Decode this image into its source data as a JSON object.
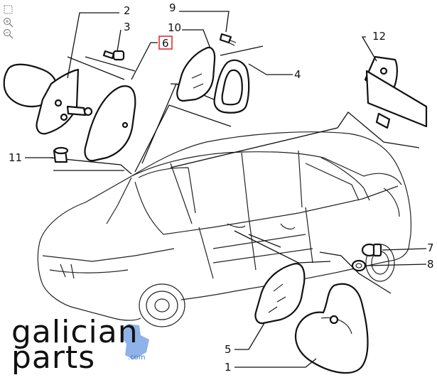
{
  "toolbar": {
    "fit_icon": "fit-page-icon",
    "zoom_in_icon": "zoom-in-icon",
    "zoom_out_icon": "zoom-out-icon"
  },
  "callouts": {
    "c1": "1",
    "c2": "2",
    "c3": "3",
    "c4": "4",
    "c5": "5",
    "c6": "6",
    "c7": "7",
    "c8": "8",
    "c9": "9",
    "c10": "10",
    "c11": "11",
    "c12": "12"
  },
  "highlight_color": "#e02020",
  "logo": {
    "line1": "galician",
    "line2": "parts",
    "domain": ".com",
    "accent": "#8fb2e8"
  }
}
